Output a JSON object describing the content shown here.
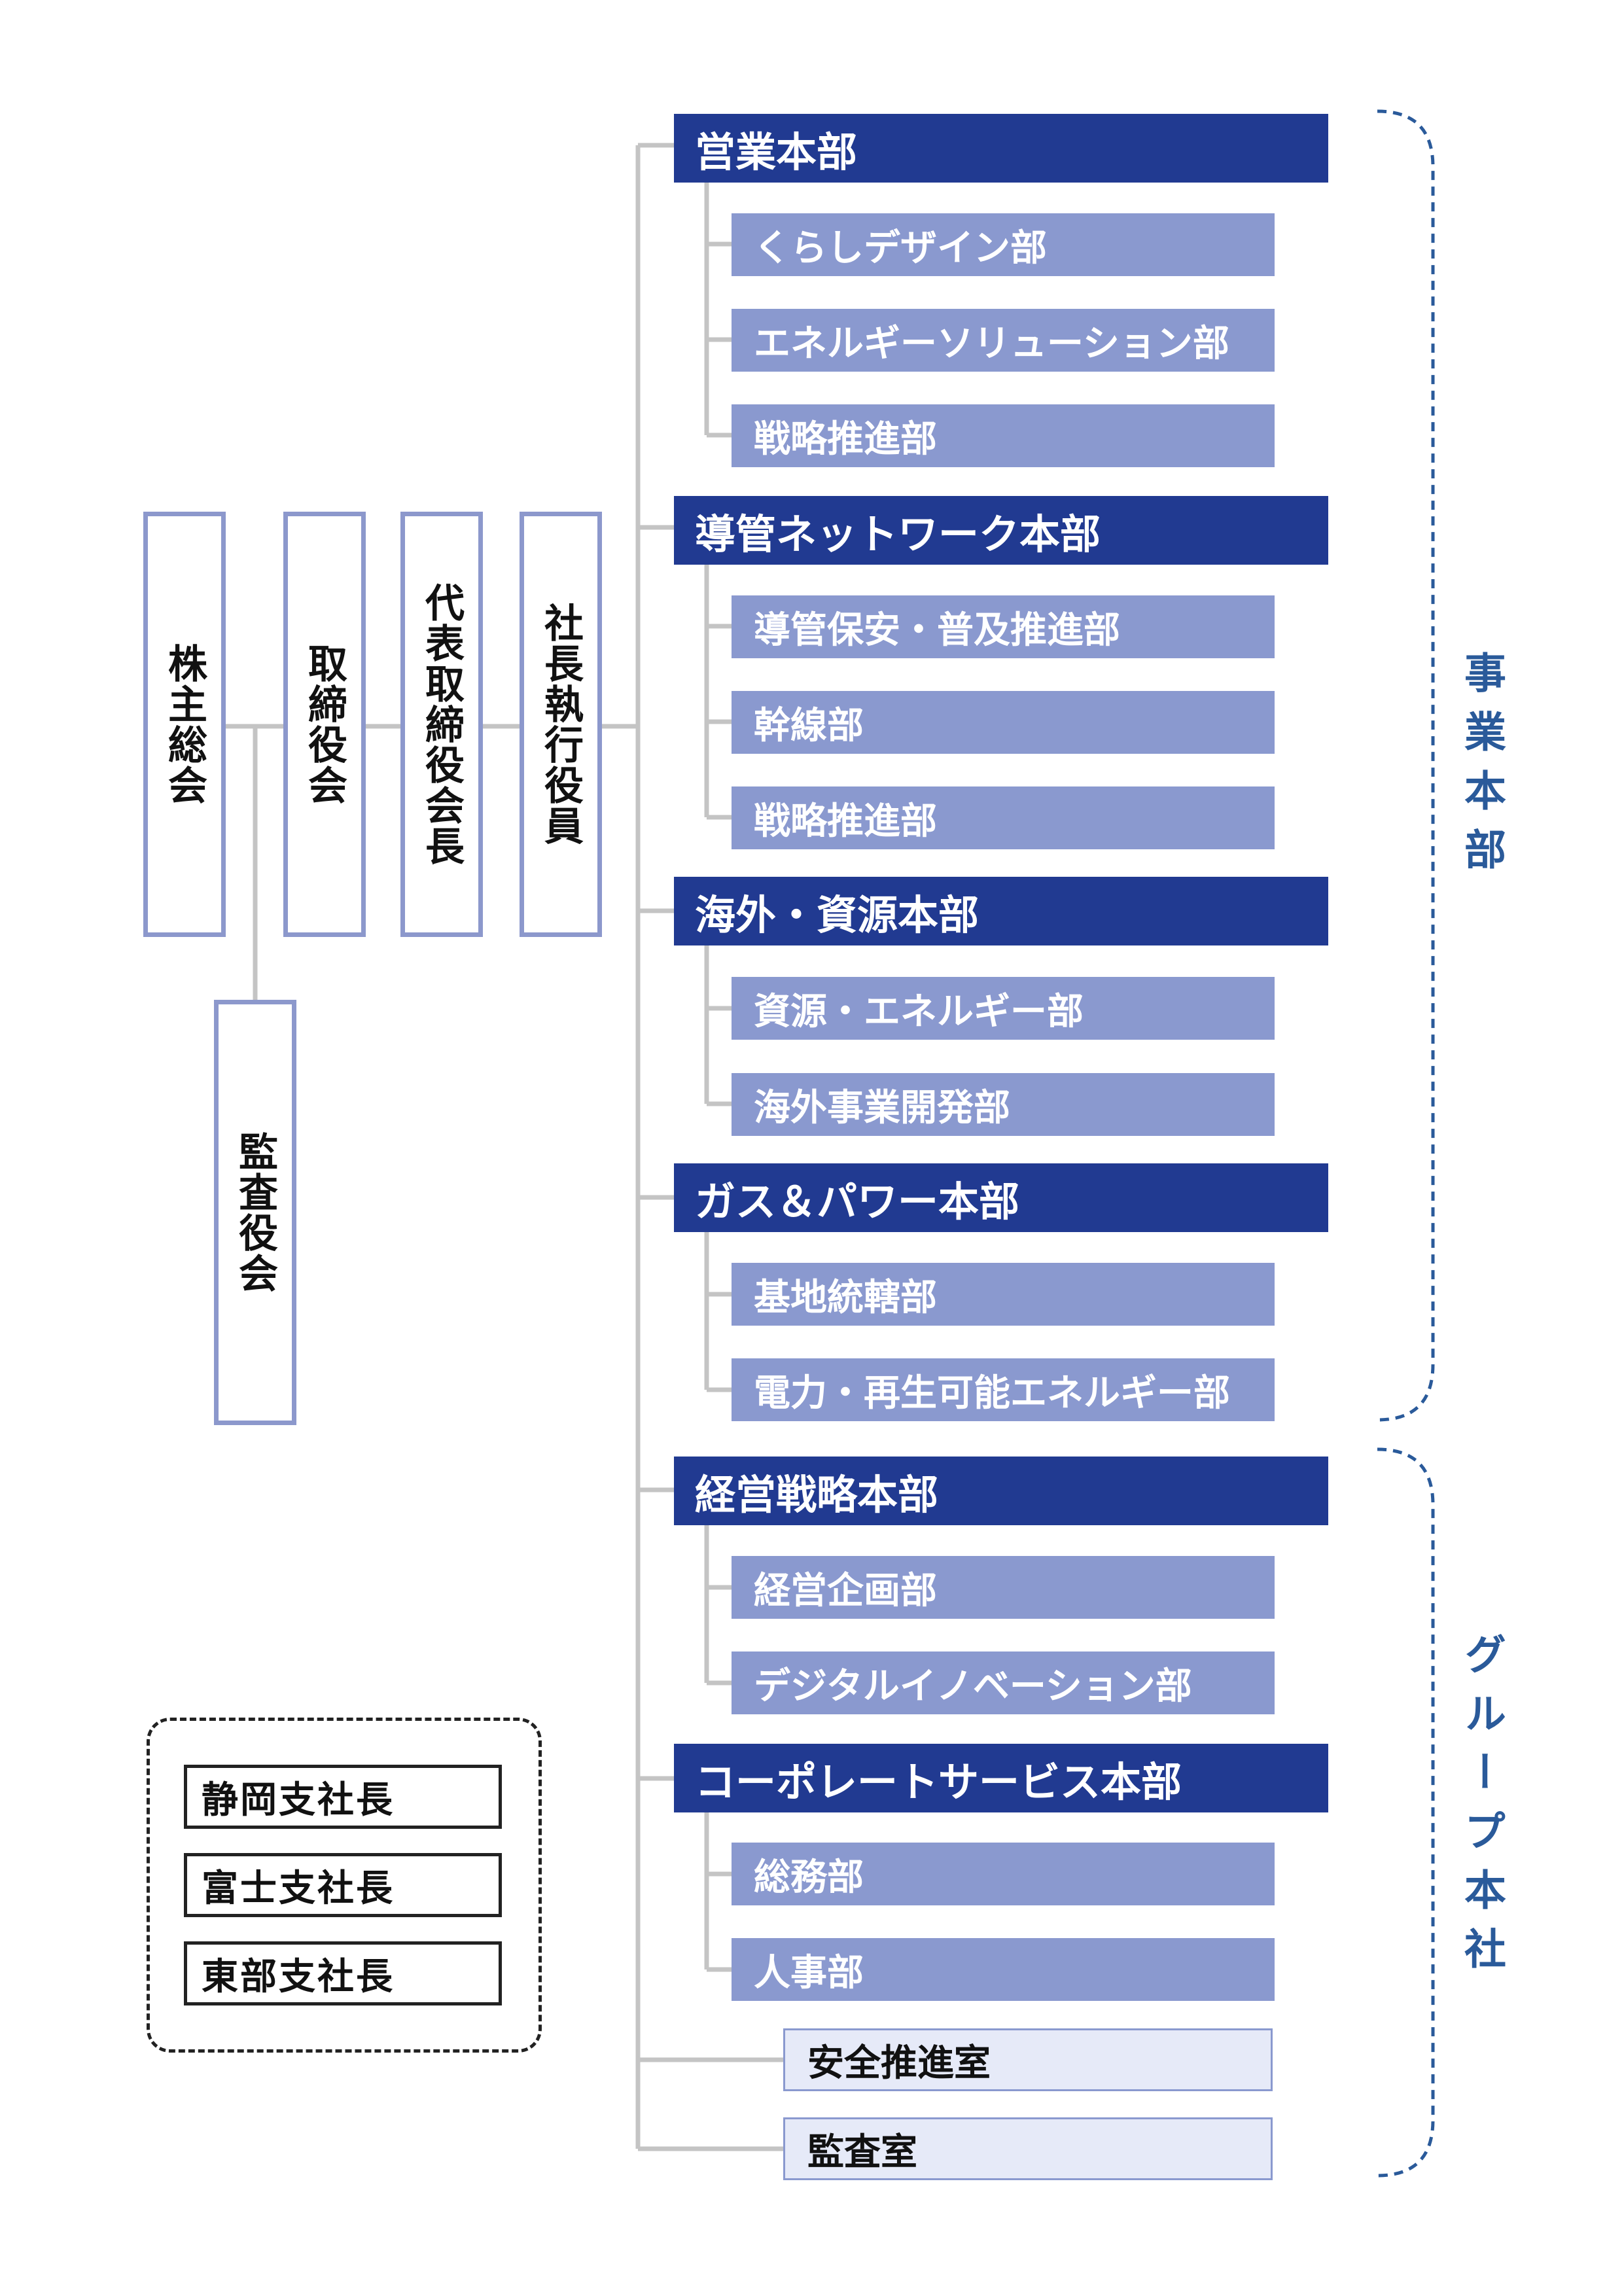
{
  "governance": {
    "shareholders": "株主総会",
    "board": "取締役会",
    "chairman": "代表取締役会長",
    "president": "社長執行役員",
    "auditors": "監査役会"
  },
  "divisions": [
    {
      "name": "営業本部",
      "departments": [
        "くらしデザイン部",
        "エネルギーソリューション部",
        "戦略推進部"
      ]
    },
    {
      "name": "導管ネットワーク本部",
      "departments": [
        "導管保安・普及推進部",
        "幹線部",
        "戦略推進部"
      ]
    },
    {
      "name": "海外・資源本部",
      "departments": [
        "資源・エネルギー部",
        "海外事業開発部"
      ]
    },
    {
      "name": "ガス＆パワー本部",
      "departments": [
        "基地統轄部",
        "電力・再生可能エネルギー部"
      ]
    },
    {
      "name": "経営戦略本部",
      "departments": [
        "経営企画部",
        "デジタルイノベーション部"
      ]
    },
    {
      "name": "コーポレートサービス本部",
      "departments": [
        "総務部",
        "人事部"
      ]
    }
  ],
  "offices": [
    "安全推進室",
    "監査室"
  ],
  "branches": [
    "静岡支社長",
    "富士支社長",
    "東部支社長"
  ],
  "brackets": {
    "business": "事業本部",
    "group": "グループ本社"
  },
  "colors": {
    "division": "#213a91",
    "department": "#8a99cf",
    "office": "#e6eaf8",
    "bracket": "#2a5a9a",
    "connector": "#c4c4c4"
  }
}
